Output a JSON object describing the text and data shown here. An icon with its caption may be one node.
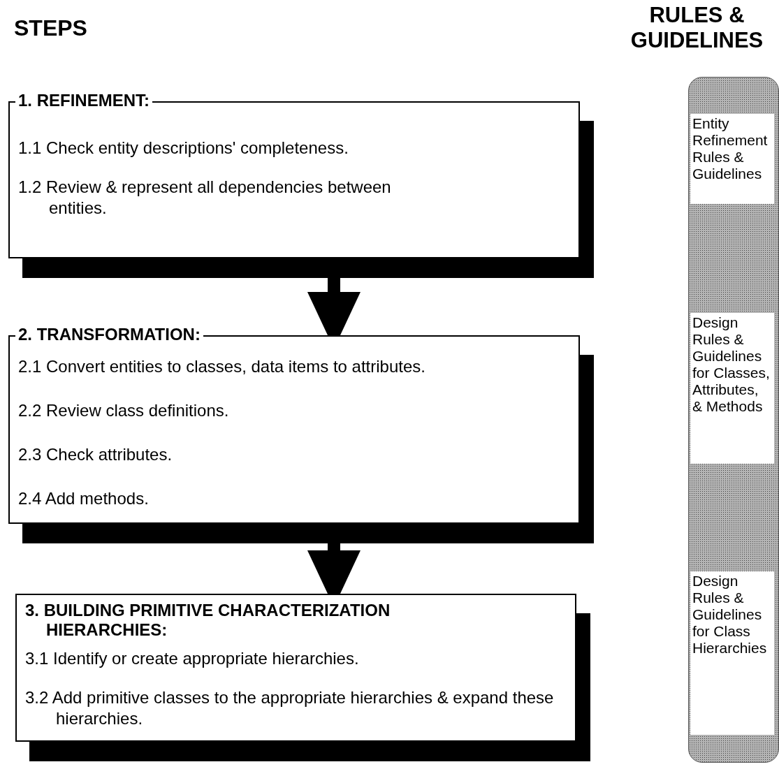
{
  "diagram": {
    "nodes": [
      {
        "text": [
          "1. REFINEMENT:",
          "1.1 Check entity descriptions' completeness.",
          "1.2 Review & represent all dependencies between entities."
        ]
      },
      {
        "text": [
          "2. TRANSFORMATION:",
          "2.1 Convert entities to classes, data items to attributes.",
          "2.2 Review class definitions.",
          "2.3 Check attributes.",
          "2.4 Add methods."
        ]
      },
      {
        "text": [
          "3. BUILDING PRIMITIVE CHARACTERIZATION HIERARCHIES:",
          "3.1 Identify or create appropriate hierarchies.",
          "3.2 Add primitive classes to the appropriate hierarchies & expand these hierarchies."
        ]
      },
      {
        "text": [
          "RULES & GUIDELINES"
        ]
      },
      {
        "text": [
          "Entity Refinement Rules & Guidelines"
        ],
        "in": 3
      },
      {
        "text": [
          "Design Rules & Guidelines for Classes, Attributes, & Methods"
        ],
        "in": 3
      },
      {
        "text": [
          "Design Rules & Guidelines for Class Hierarchies"
        ],
        "in": 3
      }
    ],
    "edges": [
      {
        "from": 0,
        "to": 1,
        "arrow": "to"
      },
      {
        "from": 1,
        "to": 2,
        "arrow": "to"
      }
    ],
    "labels": [
      "STEPS"
    ]
  }
}
